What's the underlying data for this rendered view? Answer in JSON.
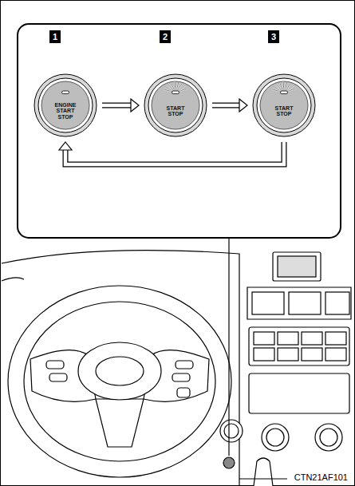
{
  "diagram": {
    "nodes": [
      {
        "text": [
          "ENGINE START STOP"
        ]
      },
      {
        "text": [
          "START STOP"
        ]
      },
      {
        "text": [
          "START STOP"
        ]
      }
    ],
    "edges": [
      {
        "from": 0,
        "to": 1,
        "arrow": "to"
      },
      {
        "from": 1,
        "to": 2,
        "arrow": "to"
      },
      {
        "from": 2,
        "to": 0,
        "arrow": "to"
      }
    ],
    "labels": [
      "1",
      "2",
      "3",
      "CTN21AF101"
    ]
  }
}
